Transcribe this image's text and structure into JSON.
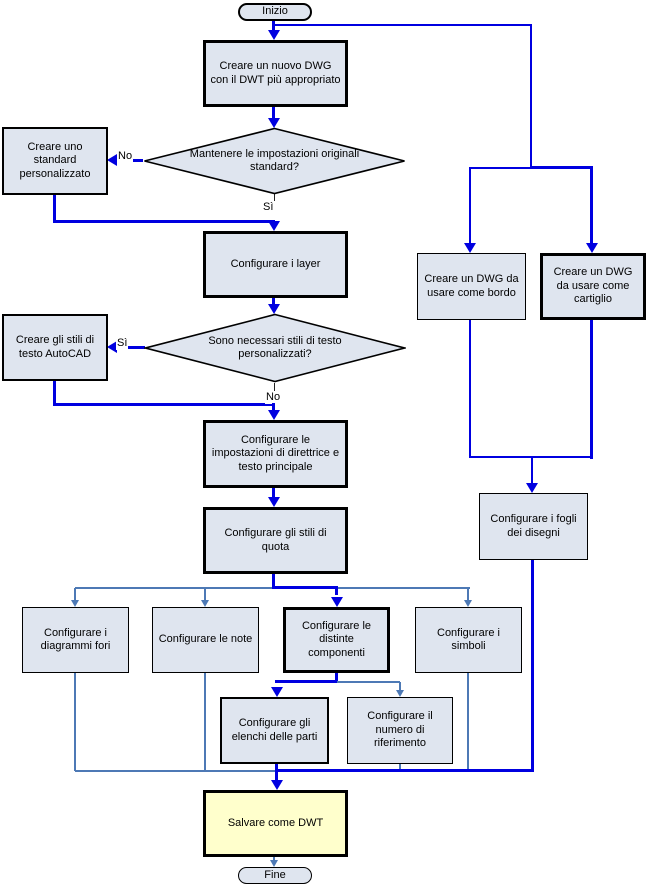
{
  "nodes": {
    "inizio": "Inizio",
    "new_dwg": "Creare un nuovo DWG con il DWT più appropriato",
    "standard": "Creare uno standard personalizzato",
    "dec1": "Mantenere le impostazioni originali standard?",
    "layer": "Configurare i layer",
    "stili_testo": "Creare gli stili di testo AutoCAD",
    "dec2": "Sono necessari stili di testo personalizzati?",
    "bordo": "Creare un DWG da usare come bordo",
    "cartiglio": "Creare un DWG da usare come cartiglio",
    "direttrice": "Configurare le impostazioni di direttrice e testo principale",
    "quota": "Configurare gli stili di quota",
    "fogli": "Configurare i fogli dei disegni",
    "fori": "Configurare i diagrammi fori",
    "note": "Configurare le note",
    "distinte": "Configurare le distinte componenti",
    "simboli": "Configurare i simboli",
    "elenchi": "Configurare gli elenchi delle parti",
    "numero": "Configurare il numero di riferimento",
    "salvare": "Salvare come DWT",
    "fine": "Fine"
  },
  "edge_labels": {
    "no1": "No",
    "si1": "Sì",
    "si2": "Sì",
    "no2": "No"
  },
  "colors": {
    "flow_bold": "#0000e0",
    "flow_light": "#4d79b5",
    "node_fill": "#dfe5ef",
    "save_fill": "#ffffcc",
    "border": "#000000"
  }
}
